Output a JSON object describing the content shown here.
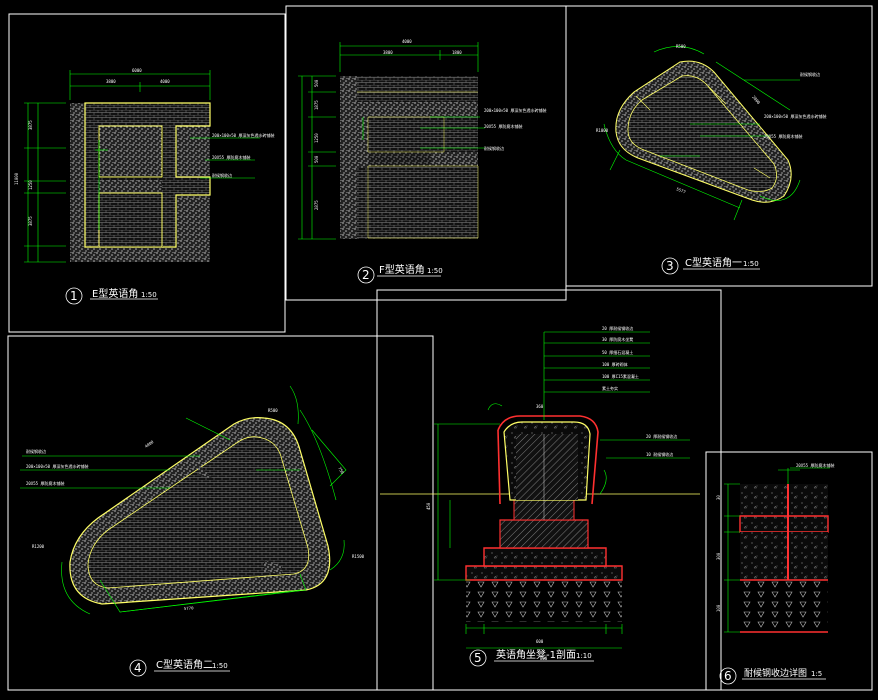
{
  "drawings": [
    {
      "id": "1",
      "title": "E型英语角",
      "scale": "1:50"
    },
    {
      "id": "2",
      "title": "F型英语角",
      "scale": "1:50"
    },
    {
      "id": "3",
      "title": "C型英语角一",
      "scale": "1:50"
    },
    {
      "id": "4",
      "title": "C型英语角二",
      "scale": "1:50"
    },
    {
      "id": "5",
      "title": "英语角坐凳-1剖面",
      "scale": "1:10"
    },
    {
      "id": "6",
      "title": "耐候钢收边详图",
      "scale": "1:5"
    }
  ],
  "colors": {
    "background": "#000000",
    "frame": "#ffffff",
    "dimension": "#00ff00",
    "paving": "#ffff66",
    "hatch": "#b0b0b0",
    "section": "#ff3030"
  }
}
